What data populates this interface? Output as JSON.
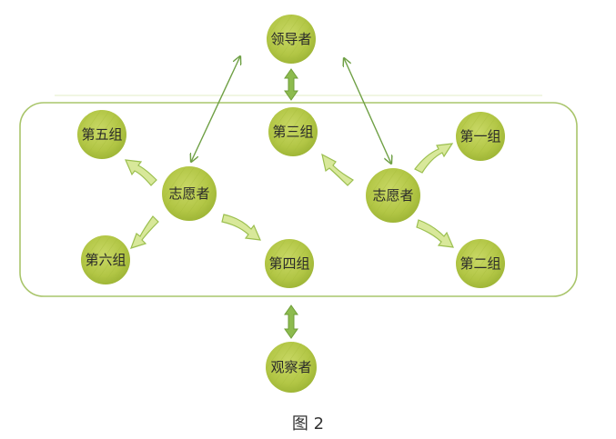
{
  "colors": {
    "node_fill": "#b7c94a",
    "node_fill_dark": "#8ea62a",
    "frame": "#a9c56b",
    "arrow_line": "#6fa045",
    "arrow_fill": "#d8e89a",
    "arrow_outline": "#9bbf4f"
  },
  "nodes": {
    "leader": "领导者",
    "group1": "第一组",
    "group2": "第二组",
    "group3": "第三组",
    "group4": "第四组",
    "group5": "第五组",
    "group6": "第六组",
    "volunteer_left": "志愿者",
    "volunteer_right": "志愿者",
    "observer": "观察者"
  },
  "caption": "图 2"
}
